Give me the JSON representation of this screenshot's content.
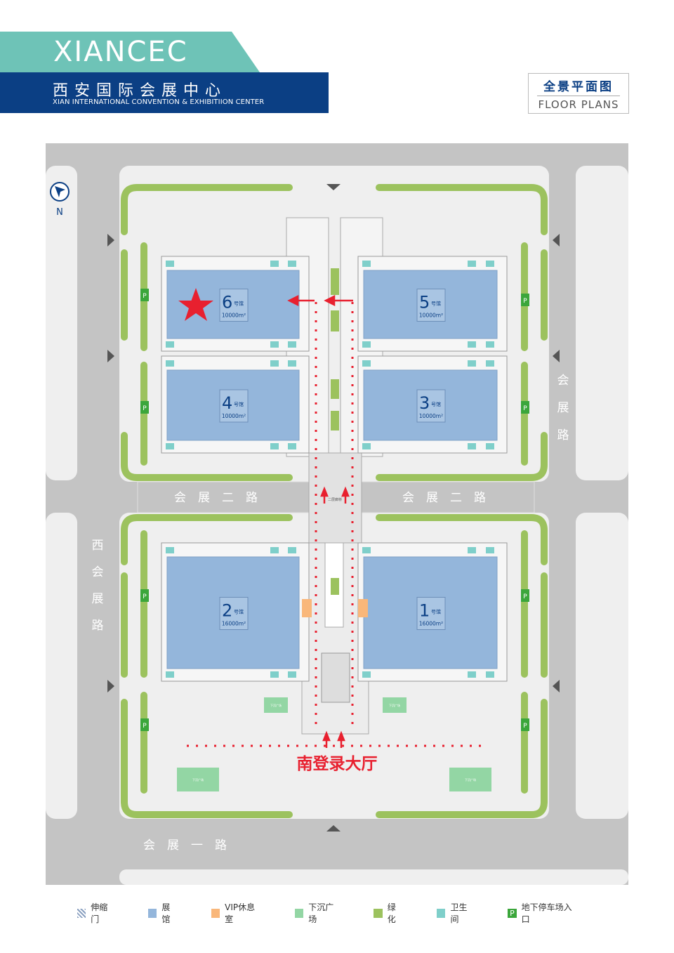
{
  "header": {
    "logo_mark": "XIANCEC",
    "logo_cn": "西安国际会展中心",
    "logo_en": "XIAN INTERNATIONAL CONVENTION & EXHIBITIION CENTER",
    "badge_cn": "全景平面图",
    "badge_en": "FLOOR PLANS"
  },
  "compass": {
    "label": "N"
  },
  "halls": [
    {
      "num": "6",
      "suffix": "号馆",
      "area": "10000m²"
    },
    {
      "num": "5",
      "suffix": "号馆",
      "area": "10000m²"
    },
    {
      "num": "4",
      "suffix": "号馆",
      "area": "10000m²"
    },
    {
      "num": "3",
      "suffix": "号馆",
      "area": "10000m²"
    },
    {
      "num": "2",
      "suffix": "号馆",
      "area": "16000m²"
    },
    {
      "num": "1",
      "suffix": "号馆",
      "area": "16000m²"
    }
  ],
  "roads": {
    "middle_left": "会　展　二　路",
    "middle_right": "会　展　二　路",
    "west": [
      "西",
      "会",
      "展",
      "路"
    ],
    "east": [
      "会",
      "展",
      "路"
    ],
    "south": "会　展　一　路"
  },
  "bridge_label": "二层廊桥",
  "plaza_label": "下沉广场",
  "parking_label": "P",
  "entrance_label": "南登录大厅",
  "legend": [
    {
      "label": "伸缩门",
      "color": "#8aa0c0"
    },
    {
      "label": "展馆",
      "color": "#94b6db"
    },
    {
      "label": "VIP休息室",
      "color": "#f9b77a"
    },
    {
      "label": "下沉广场",
      "color": "#93d6a4"
    },
    {
      "label": "绿化",
      "color": "#9cc25e"
    },
    {
      "label": "卫生间",
      "color": "#7fcfca"
    },
    {
      "label": "地下停车场入口",
      "color": "#3ba63b"
    }
  ],
  "colors": {
    "road": "#c4c4c4",
    "block": "#efefef",
    "green": "#9cc25e",
    "hall": "#94b6db",
    "route": "#e8202f",
    "navy": "#0b3f84"
  }
}
